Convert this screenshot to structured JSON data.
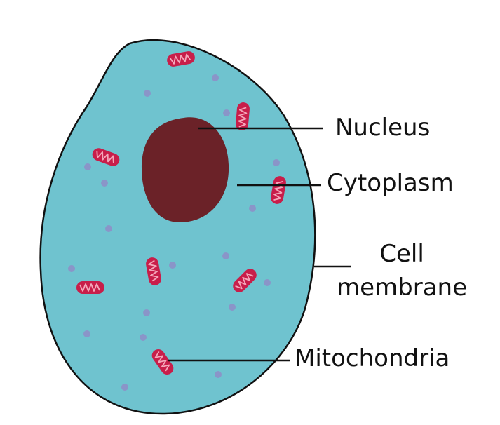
{
  "labels": {
    "nucleus": "Nucleus",
    "cytoplasm": "Cytoplasm",
    "cell_membrane_line1": "Cell",
    "cell_membrane_line2": "membrane",
    "mitochondria": "Mitochondria"
  },
  "colors": {
    "cytoplasm": "#6fc3cf",
    "membrane_outline": "#111111",
    "nucleus": "#6b2228",
    "mitochondria": "#c81e4a",
    "mitochondria_inner": "#f4a7ba",
    "granules": "#8a95c8",
    "leader_lines": "#111111"
  }
}
